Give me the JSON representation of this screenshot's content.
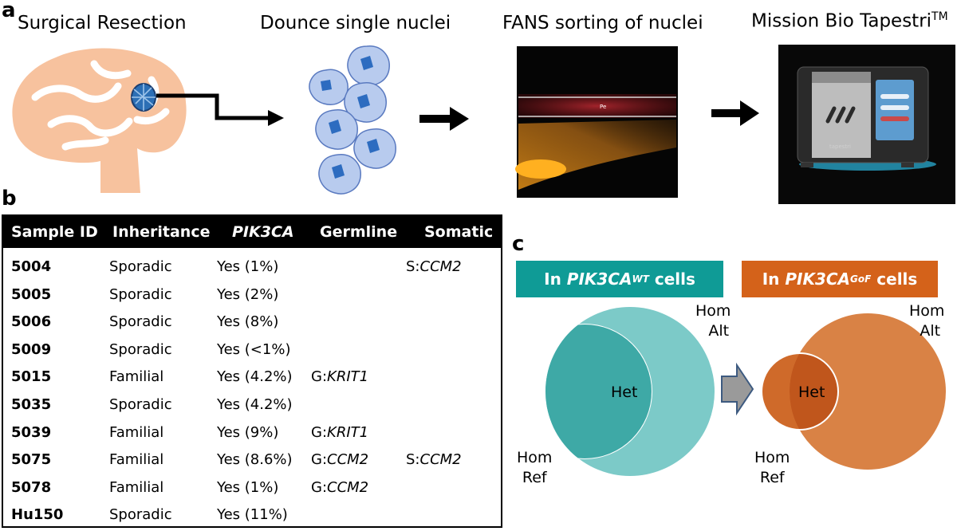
{
  "panels": {
    "a": "a",
    "b": "b",
    "c": "c"
  },
  "steps": [
    {
      "title": "Surgical Resection"
    },
    {
      "title": "Dounce single nuclei"
    },
    {
      "title": "FANS sorting of nuclei"
    },
    {
      "title": "Mission Bio Tapestri",
      "sup": "TM"
    }
  ],
  "fans_plot": {
    "gate_label": "Pe"
  },
  "instrument": {
    "brand_text": "tapestri"
  },
  "table": {
    "headers": [
      "Sample ID",
      "Inheritance",
      "PIK3CA",
      "Germline",
      "Somatic"
    ],
    "rows": [
      {
        "id": "5004",
        "inheritance": "Sporadic",
        "pik3ca": "Yes (1%)",
        "germline_prefix": "",
        "germline_gene": "",
        "somatic_prefix": "S:",
        "somatic_gene": "CCM2"
      },
      {
        "id": "5005",
        "inheritance": "Sporadic",
        "pik3ca": "Yes (2%)",
        "germline_prefix": "",
        "germline_gene": "",
        "somatic_prefix": "",
        "somatic_gene": ""
      },
      {
        "id": "5006",
        "inheritance": "Sporadic",
        "pik3ca": "Yes (8%)",
        "germline_prefix": "",
        "germline_gene": "",
        "somatic_prefix": "",
        "somatic_gene": ""
      },
      {
        "id": "5009",
        "inheritance": "Sporadic",
        "pik3ca": "Yes (<1%)",
        "germline_prefix": "",
        "germline_gene": "",
        "somatic_prefix": "",
        "somatic_gene": ""
      },
      {
        "id": "5015",
        "inheritance": "Familial",
        "pik3ca": "Yes (4.2%)",
        "germline_prefix": "G:",
        "germline_gene": "KRIT1",
        "somatic_prefix": "",
        "somatic_gene": ""
      },
      {
        "id": "5035",
        "inheritance": "Sporadic",
        "pik3ca": "Yes (4.2%)",
        "germline_prefix": "",
        "germline_gene": "",
        "somatic_prefix": "",
        "somatic_gene": ""
      },
      {
        "id": "5039",
        "inheritance": "Familial",
        "pik3ca": "Yes (9%)",
        "germline_prefix": "G:",
        "germline_gene": "KRIT1",
        "somatic_prefix": "",
        "somatic_gene": ""
      },
      {
        "id": "5075",
        "inheritance": "Familial",
        "pik3ca": "Yes (8.6%)",
        "germline_prefix": "G:",
        "germline_gene": "CCM2",
        "somatic_prefix": "S:",
        "somatic_gene": "CCM2"
      },
      {
        "id": "5078",
        "inheritance": "Familial",
        "pik3ca": "Yes (1%)",
        "germline_prefix": "G:",
        "germline_gene": "CCM2",
        "somatic_prefix": "",
        "somatic_gene": ""
      },
      {
        "id": "Hu150",
        "inheritance": "Sporadic",
        "pik3ca": "Yes (11%)",
        "germline_prefix": "",
        "germline_gene": "",
        "somatic_prefix": "",
        "somatic_gene": ""
      }
    ]
  },
  "venn": {
    "wt": {
      "banner_prefix": "In ",
      "gene": "PIK3CA",
      "sup": "WT",
      "banner_suffix": " cells",
      "color": "#0f9b96",
      "light": "#7ccac8",
      "mid": "#3ea9a6"
    },
    "gof": {
      "banner_prefix": "In ",
      "gene": "PIK3CA",
      "sup": "GoF",
      "banner_suffix": " cells",
      "color": "#d4621a",
      "light": "#d98245",
      "mid": "#cf6a2a",
      "dark": "#c0561c"
    },
    "labels": {
      "hom": "Hom",
      "alt": "Alt",
      "ref": "Ref",
      "het": "Het"
    },
    "arrow_color": "#9a9a9a",
    "arrow_stroke": "#3d5a80"
  }
}
